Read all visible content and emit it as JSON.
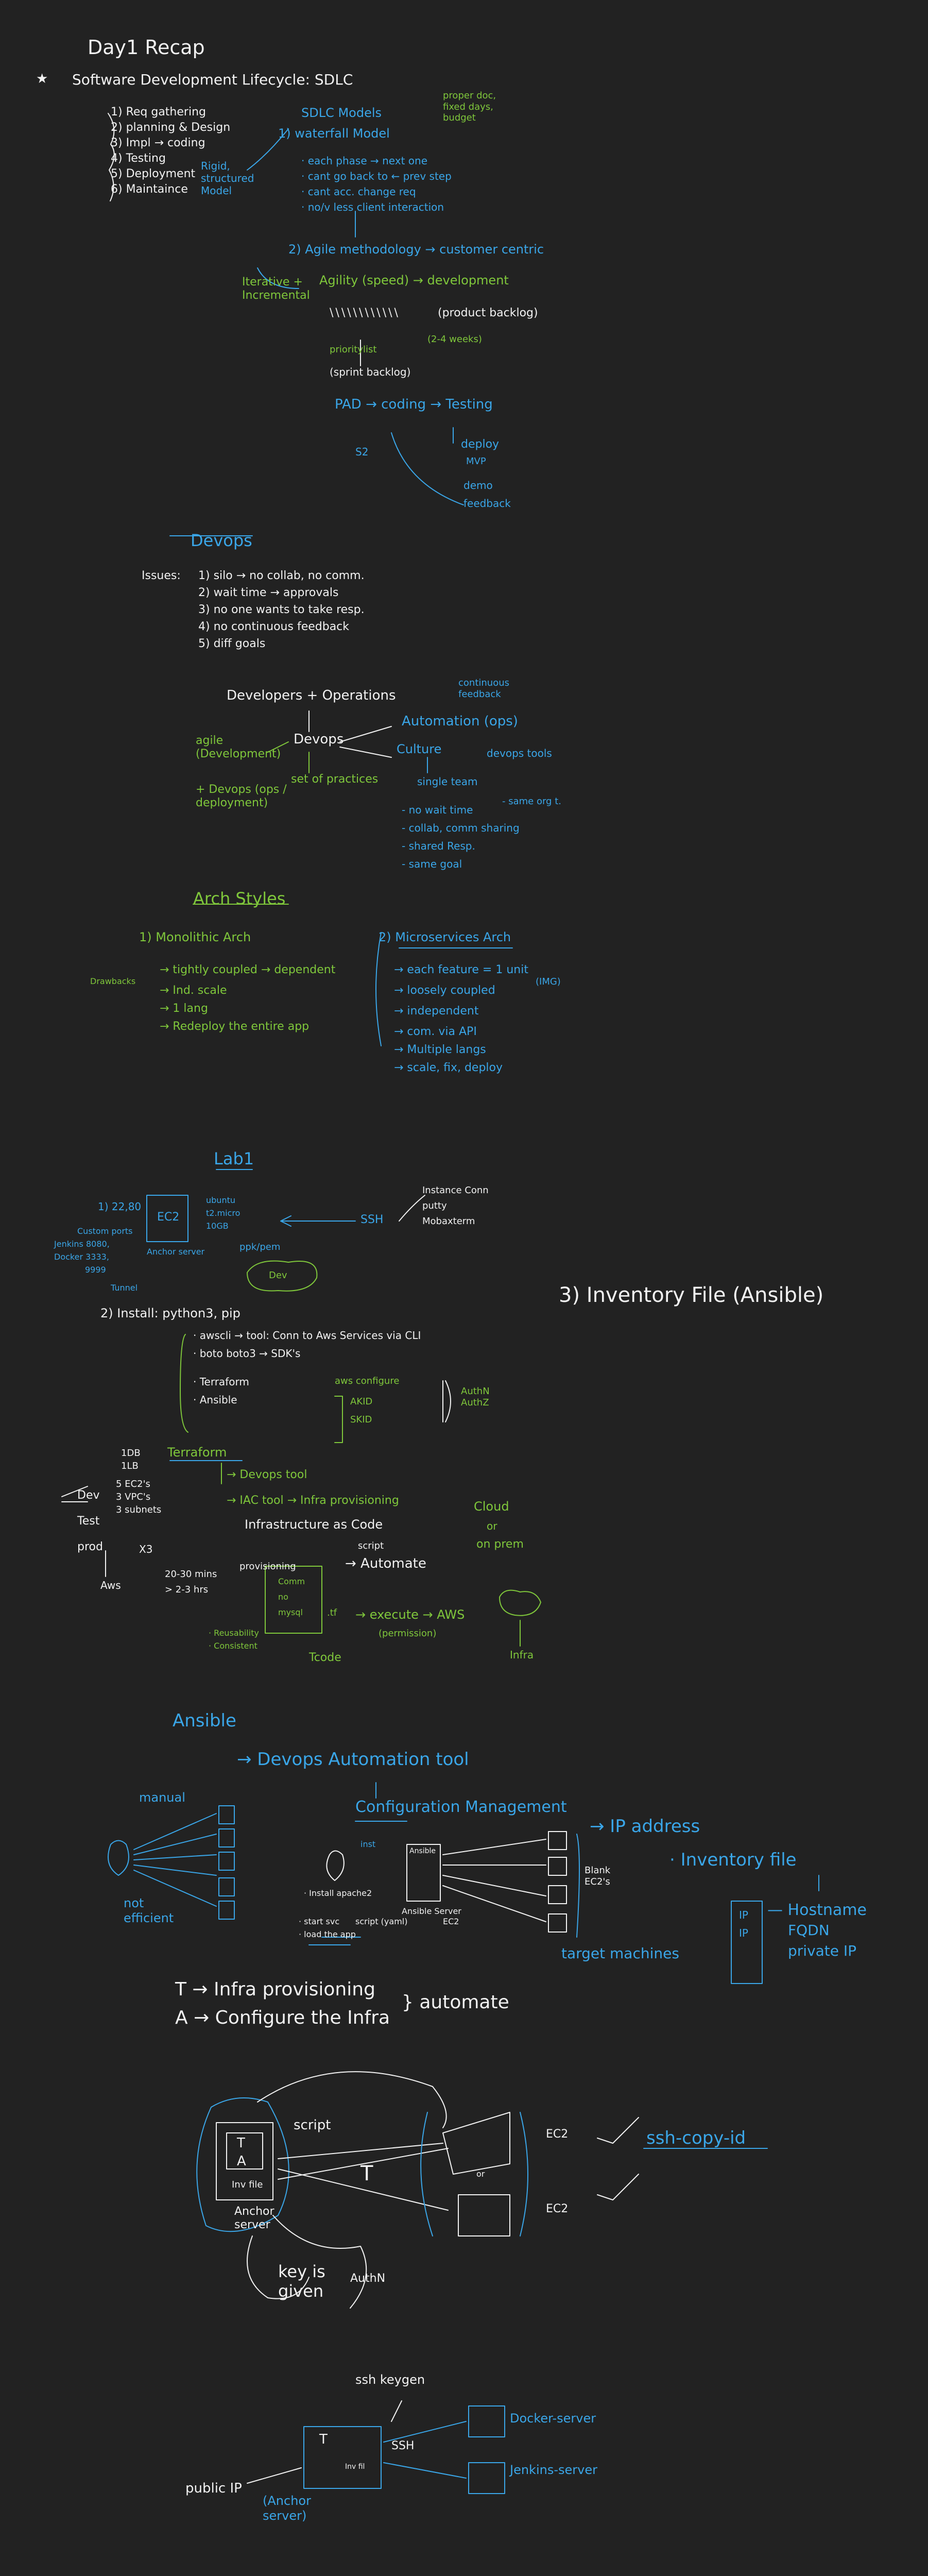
{
  "colors": {
    "bg": "#222222",
    "white": "#f2f2f2",
    "blue": "#3aa6e8",
    "green": "#7fc73b"
  },
  "recap": {
    "title": "Day1 Recap",
    "sdlc": "Software Development Lifecycle: SDLC",
    "star": "★",
    "phases": [
      "1) Req gathering",
      "2) planning & Design",
      "3) Impl → coding",
      "4) Testing",
      "5) Deployment",
      "6) Maintaince"
    ],
    "models_title": "SDLC Models",
    "waterfall": "1) waterfall Model",
    "waterfall_note": "proper doc, fixed days, budget",
    "rigid": "Rigid, structured Model",
    "waterfall_points": [
      "· each phase → next one",
      "· cant go back to ← prev step",
      "· cant acc. change req",
      "· no/v less client interaction"
    ],
    "agile": "2) Agile methodology → customer centric",
    "iterative": "Iterative + Incremental",
    "agility": "Agility (speed) → development",
    "product_backlog": "(product backlog)",
    "weeks": "(2-4 weeks)",
    "prioritylist": "prioritylist",
    "sprint_backlog": "(sprint backlog)",
    "pad": "PAD → coding → Testing",
    "s2": "S2",
    "deploy": "deploy",
    "mvp": "MVP",
    "demo": "demo",
    "feedback": "feedback"
  },
  "devops": {
    "title": "Devops",
    "issues_label": "Issues:",
    "issues": [
      "1) silo → no collab, no comm.",
      "2) wait time → approvals",
      "3) no one wants to take resp.",
      "4) no continuous feedback",
      "5) diff goals"
    ],
    "dev_ops": "Developers + Operations",
    "devops_word": "Devops",
    "agile": "agile (Development)",
    "plus_devops": "+ Devops (ops / deployment)",
    "set_of_practices": "set of practices",
    "automation": "Automation (ops)",
    "continuous_feedback": "continuous feedback",
    "culture": "Culture",
    "devops_tools": "devops tools",
    "single_team": "single team",
    "benefits": [
      "- no wait time",
      "- collab, comm sharing",
      "- shared Resp.",
      "- same goal"
    ],
    "same_org": "- same org t."
  },
  "arch": {
    "title": "Arch Styles",
    "mono_title": "1) Monolithic Arch",
    "mono_points": [
      "→ tightly coupled → dependent",
      "→ Ind. scale",
      "→ 1 lang",
      "→ Redeploy the entire app"
    ],
    "drawbacks": "Drawbacks",
    "micro_title": "2) Microservices Arch",
    "micro_points": [
      "→ each feature = 1 unit",
      "→ loosely coupled",
      "→ independent",
      "→ com. via API",
      "→ Multiple langs",
      "→ scale, fix, deploy"
    ],
    "img": "(IMG)"
  },
  "lab": {
    "title": "Lab1",
    "ec2": "EC2",
    "ec2_specs": [
      "ubuntu",
      "t2.micro",
      "10GB"
    ],
    "ports": [
      "1) 22,80",
      "Custom ports",
      "Jenkins 8080,",
      "Docker 3333,",
      "9999"
    ],
    "anchor": "Anchor server",
    "tunnel": "Tunnel",
    "ppk": "ppk/pem",
    "dev": "Dev",
    "ssh": "SSH",
    "ssh_tools": [
      "Instance Conn",
      "putty",
      "Mobaxterm"
    ],
    "install": "2) Install: python3, pip",
    "tools": [
      "· awscli → tool: Conn to Aws Services via CLI",
      "· boto boto3 → SDK's",
      "· Terraform",
      "· Ansible"
    ],
    "aws_config": "aws configure",
    "keys": [
      "AKID",
      "SKID"
    ],
    "auth": "AuthN AuthZ",
    "inventory": "3) Inventory File (Ansible)"
  },
  "terraform": {
    "title": "Terraform",
    "counts": [
      "1DB",
      "1LB",
      "5 EC2's",
      "3 VPC's",
      "3 subnets"
    ],
    "envs": [
      "Dev",
      "Test",
      "prod"
    ],
    "x3": "X3",
    "aws": "Aws",
    "time": [
      "20-30 mins",
      "> 2-3 hrs"
    ],
    "devops_tool": "→ Devops tool",
    "iac_tool": "→ IAC tool → Infra provisioning",
    "iac": "Infrastructure as Code",
    "script": "script",
    "provisioning": "provisioning",
    "automate": "→ Automate",
    "cloud": "Cloud",
    "or": "or",
    "on_prem": "on prem",
    "file_ext": ".tf",
    "file_lines": [
      "Comm",
      "no",
      "mysql"
    ],
    "execute": "→ execute → AWS",
    "permission": "(permission)",
    "infra": "Infra",
    "tcode": "Tcode",
    "qualities": [
      "· Reusability",
      "· Consistent"
    ]
  },
  "ansible": {
    "title": "Ansible",
    "devops_auto": "→ Devops Automation tool",
    "config_mgmt": "Configuration Management",
    "manual": "manual",
    "not_efficient": "not efficient",
    "steps": [
      "· Install apache2",
      "· start svc",
      "· load the app"
    ],
    "script_yaml": "script (yaml)",
    "ansible_server": "Ansible Server",
    "ec2": "EC2",
    "inst": "inst",
    "ansible_label": "Ansible",
    "ip_address": "→ IP address",
    "blank": "Blank EC2's",
    "target": "target machines",
    "inventory_file": "· Inventory file",
    "inventory_ips": [
      "IP",
      "IP"
    ],
    "hostname": [
      "— Hostname",
      "FQDN",
      "private IP"
    ],
    "summary": [
      "T → Infra provisioning",
      "A → Configure the Infra"
    ],
    "automate": "} automate"
  },
  "diagram": {
    "script": "script",
    "t": "T",
    "a": "A",
    "inv_file": "Inv file",
    "anchor": "Anchor server",
    "t2": "T",
    "ec2": [
      "EC2",
      "EC2"
    ],
    "or": "or",
    "key": "key is given",
    "authn": "AuthN",
    "ssh_copy": "ssh-copy-id"
  },
  "keygen": {
    "title": "ssh keygen",
    "ssh": "SSH",
    "t": "T",
    "inv": "Inv fil",
    "public_ip": "public IP",
    "anchor": "(Anchor server)",
    "docker": "Docker-server",
    "jenkins": "Jenkins-server"
  }
}
